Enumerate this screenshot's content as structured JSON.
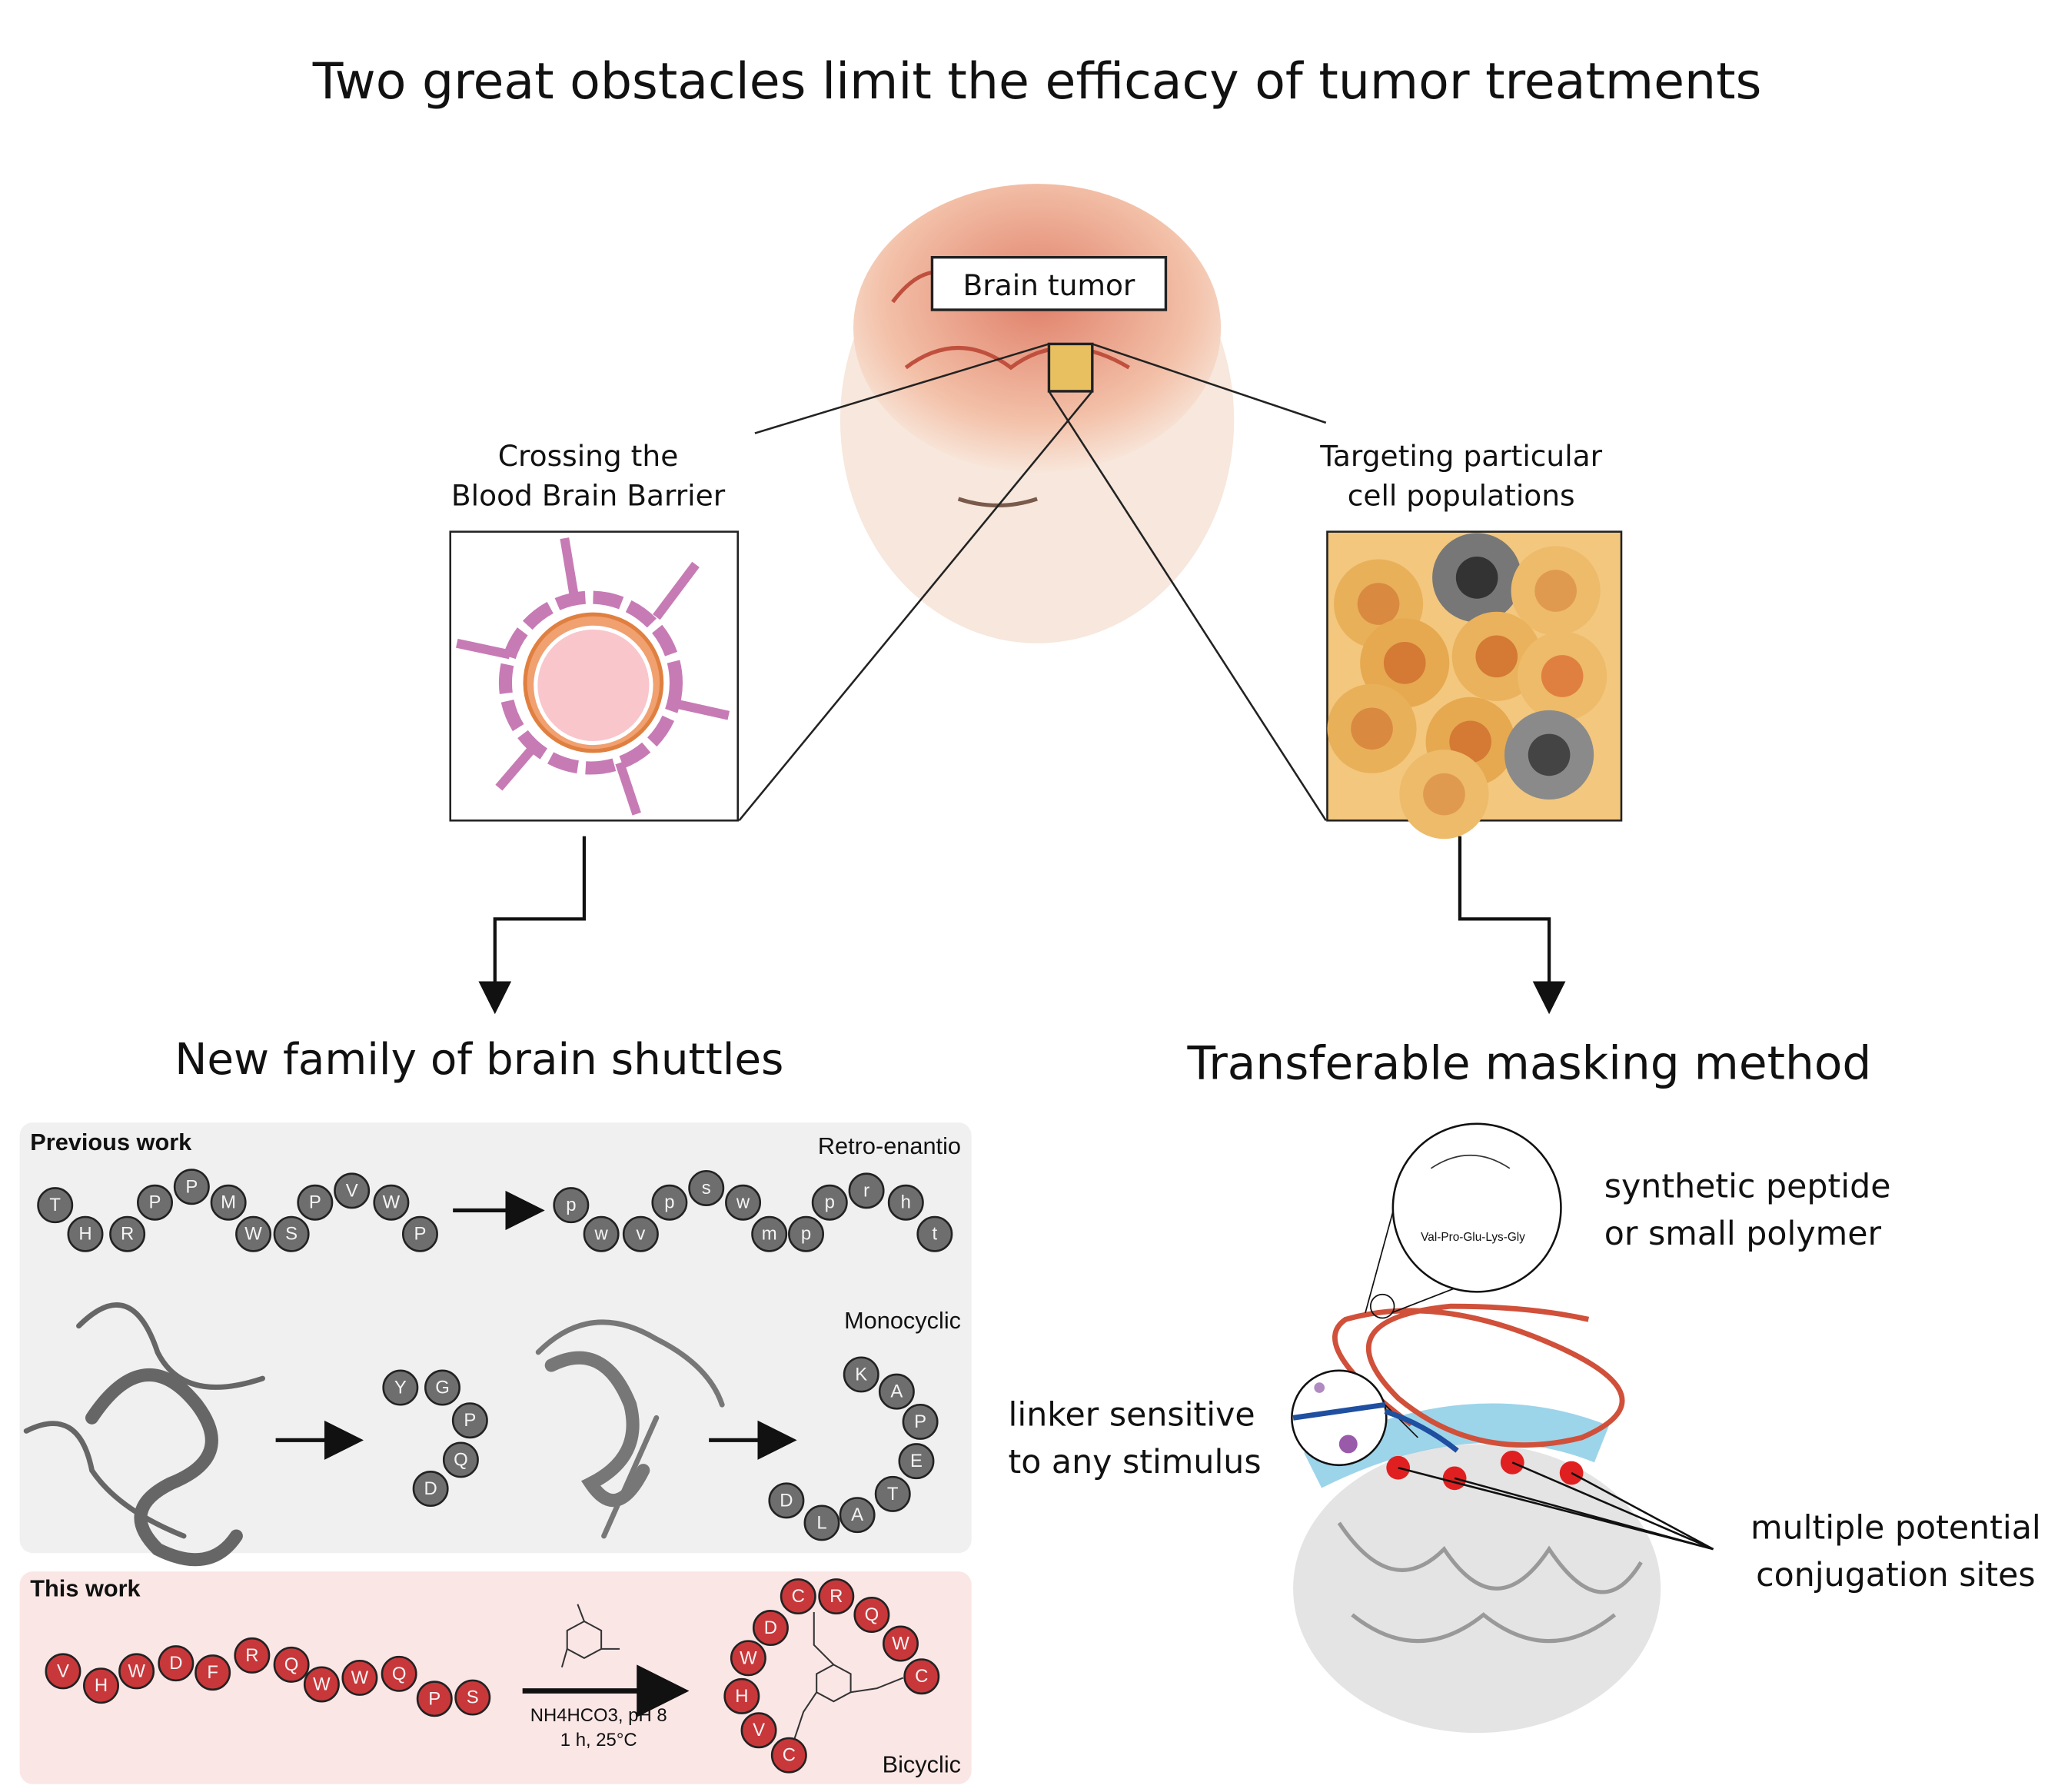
{
  "title": "Two great obstacles limit the efficacy of tumor treatments",
  "brain_label": "Brain tumor",
  "left_callout": {
    "line1": "Crossing the",
    "line2": "Blood Brain Barrier"
  },
  "right_callout": {
    "line1": "Targeting particular",
    "line2": "cell populations"
  },
  "left_section": {
    "heading": "New family of brain shuttles",
    "previous_work": {
      "label": "Previous work",
      "retro_label": "Retro-enantio",
      "sequence": [
        "T",
        "H",
        "R",
        "P",
        "P",
        "M",
        "W",
        "S",
        "P",
        "V",
        "W",
        "P"
      ],
      "retro_sequence": [
        "p",
        "w",
        "v",
        "p",
        "s",
        "w",
        "m",
        "p",
        "p",
        "r",
        "h",
        "t"
      ],
      "monocyclic_label": "Monocyclic",
      "mono1": [
        "Y",
        "G",
        "P",
        "Q",
        "D"
      ],
      "mono2": [
        "K",
        "A",
        "P",
        "E",
        "T",
        "A",
        "L",
        "D"
      ]
    },
    "this_work": {
      "label": "This work",
      "sequence": [
        "V",
        "H",
        "W",
        "D",
        "F",
        "R",
        "Q",
        "W",
        "W",
        "Q",
        "P",
        "S"
      ],
      "conditions1": "NH4HCO3, pH 8",
      "conditions2": "1 h, 25°C",
      "bicyclic": [
        "C",
        "R",
        "Q",
        "W",
        "C",
        "D",
        "W",
        "H",
        "V",
        "C"
      ],
      "bicyclic_label": "Bicyclic"
    }
  },
  "right_section": {
    "heading": "Transferable masking method",
    "inset_formula1": "Val-Pro-Glu-Lys-Gly",
    "label_peptide": {
      "line1": "synthetic peptide",
      "line2": "or small polymer"
    },
    "label_linker": {
      "line1": "linker sensitive",
      "line2": "to any stimulus"
    },
    "label_sites": {
      "line1": "multiple potential",
      "line2": "conjugation sites"
    }
  },
  "colors": {
    "bead_gray": "#6e6e6e",
    "bead_red": "#c8373a",
    "panel_gray": "#f0f0f0",
    "panel_pink": "#fbe6e6",
    "linker_blue": "#1f4fa0",
    "polymer_red": "#d0503a"
  }
}
